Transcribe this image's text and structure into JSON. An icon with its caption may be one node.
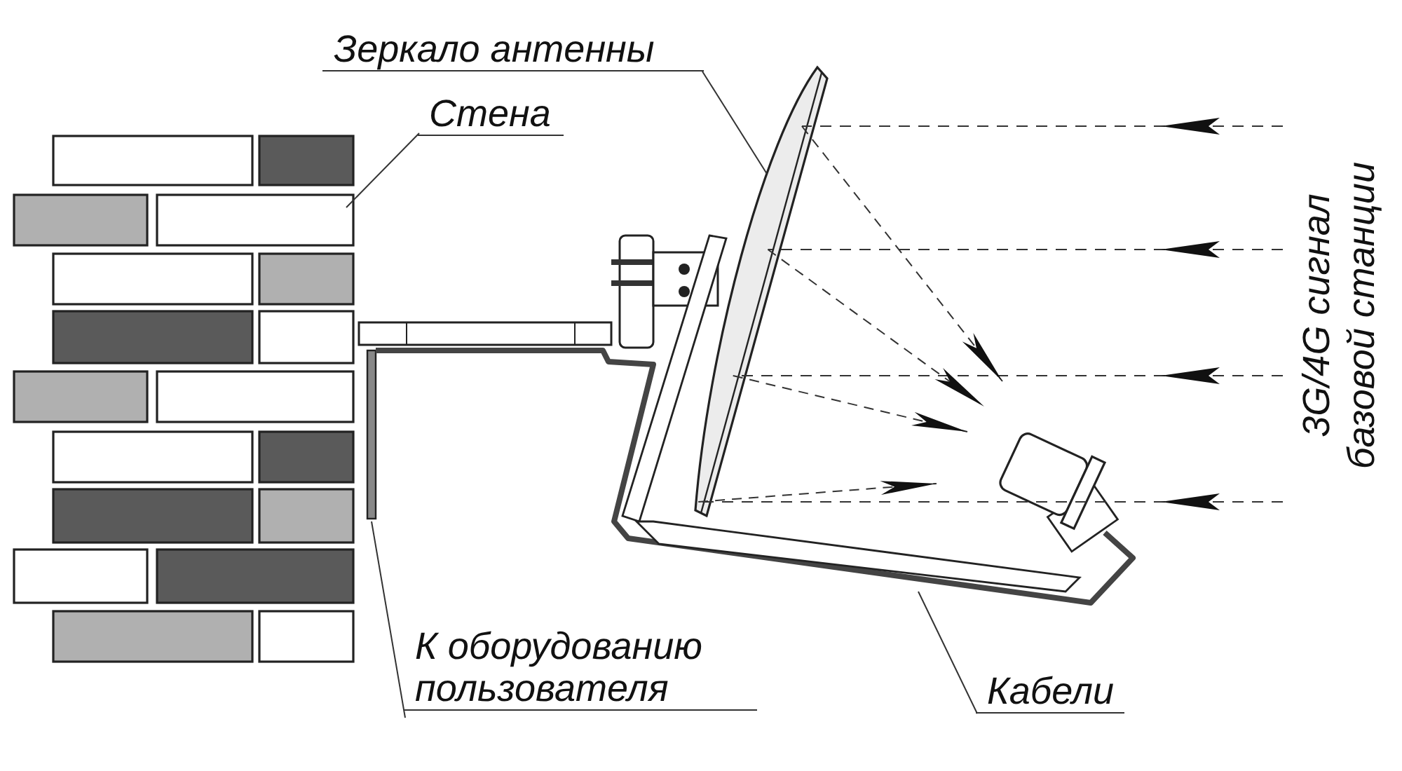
{
  "diagram": {
    "nodes": [
      {
        "text": [
          "Стена"
        ]
      },
      {
        "text": [],
        "shape": "picture"
      },
      {
        "text": [
          "Зеркало антенны"
        ]
      },
      {
        "text": [],
        "shape": "picture"
      },
      {
        "text": [
          "К оборудованию пользователя"
        ]
      },
      {
        "text": [],
        "shape": "bar"
      },
      {
        "text": [
          "Кабели"
        ]
      },
      {
        "text": [],
        "shape": "picture"
      }
    ],
    "edges": [
      {
        "from": 0,
        "to": 1,
        "arrow": "none"
      },
      {
        "from": 2,
        "to": 3,
        "arrow": "none"
      },
      {
        "from": 4,
        "to": 5,
        "arrow": "none"
      },
      {
        "from": 6,
        "to": 7,
        "arrow": "none"
      }
    ],
    "labels": [
      "3G/4G сигнал базовой станции"
    ]
  }
}
